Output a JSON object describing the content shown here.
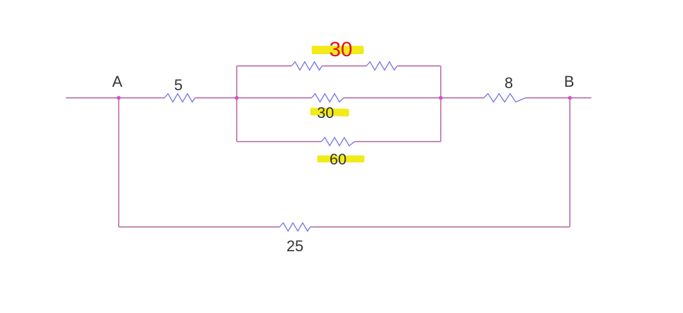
{
  "nodes": {
    "a": "A",
    "b": "B"
  },
  "resistors": {
    "r_left": "5",
    "r_top": "30",
    "r_mid": "30",
    "r_bot": "60",
    "r_right": "8",
    "r_bottom_path": "25"
  },
  "colors": {
    "wire": "#c58ab5",
    "resistor": "#6f73e6",
    "node": "#d050d0",
    "highlight": "#f2ea1a",
    "top_label": "#e01414"
  }
}
